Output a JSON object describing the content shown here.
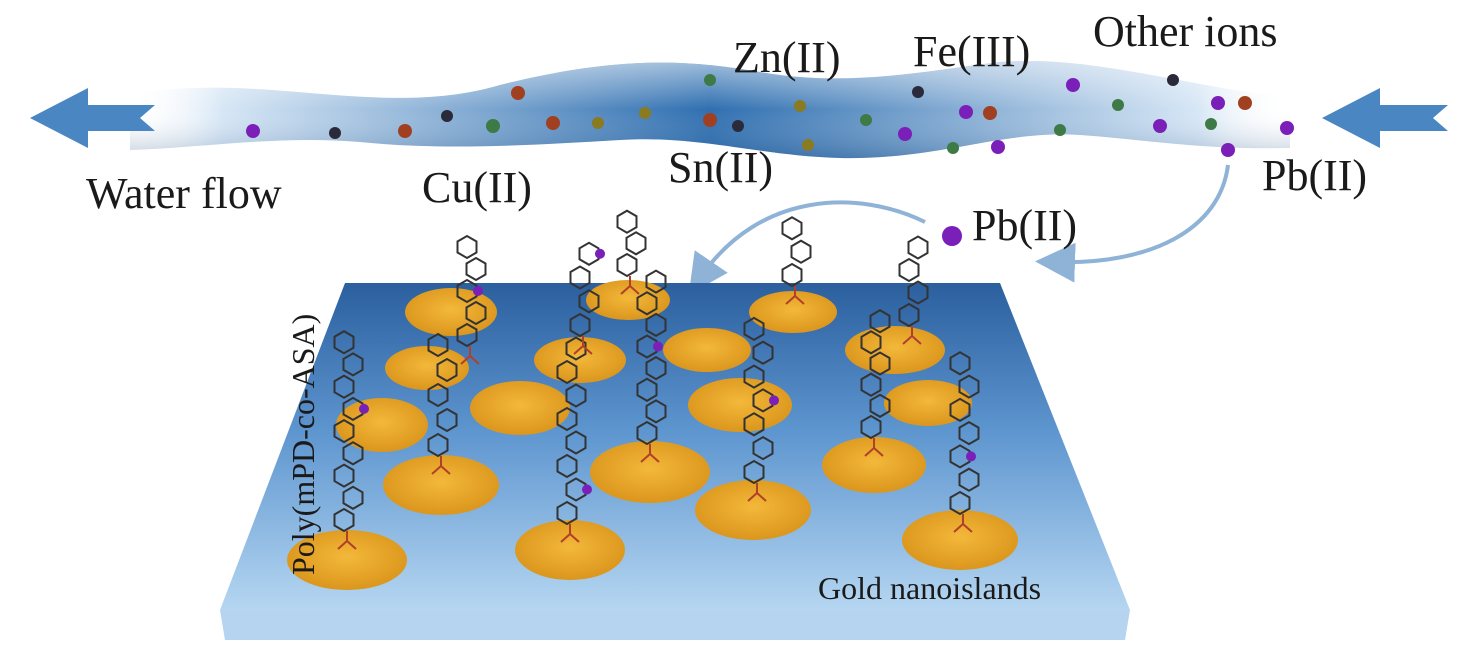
{
  "labels": {
    "water_flow": "Water flow",
    "cu": "Cu(II)",
    "zn": "Zn(II)",
    "sn": "Sn(II)",
    "fe": "Fe(III)",
    "other_ions": "Other ions",
    "pb_stream": "Pb(II)",
    "pb_captured": "Pb(II)",
    "polymer": "Poly(mPD-co-ASA)",
    "gold": "Gold nanoislands"
  },
  "colors": {
    "stream_dark": "#2f6fb0",
    "stream_light": "#cfe2f3",
    "arrow": "#4a86c2",
    "substrate_top": "#2b5f9e",
    "substrate_bottom": "#9cc6ea",
    "gold_island": "#e9a527",
    "pb_ion": "#7a1fb8",
    "cu_ion": "#a04020",
    "zn_ion": "#3d7a45",
    "sn_ion": "#8a7a20",
    "fe_ion": "#2a2a3a",
    "polymer_line": "#333333"
  },
  "icons": [
    "flow-arrow-left-icon",
    "flow-arrow-right-icon",
    "return-arrow-icon",
    "capture-arrow-icon"
  ]
}
